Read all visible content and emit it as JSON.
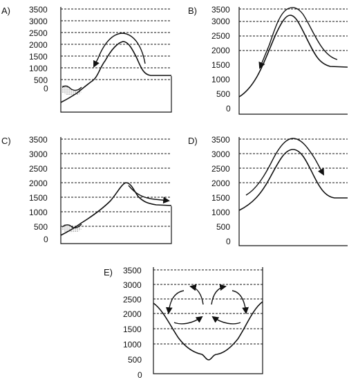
{
  "panels": [
    {
      "id": "A",
      "label": "A)",
      "ticks": [
        "3500",
        "3000",
        "2500",
        "2000",
        "1500",
        "1000",
        "500",
        "0"
      ]
    },
    {
      "id": "B",
      "label": "B)",
      "ticks": [
        "3500",
        "3000",
        "2500",
        "2000",
        "1500",
        "1000",
        "500",
        "0"
      ]
    },
    {
      "id": "C",
      "label": "C)",
      "ticks": [
        "3500",
        "3000",
        "2500",
        "2000",
        "1500",
        "1000",
        "500",
        "0"
      ]
    },
    {
      "id": "D",
      "label": "D)",
      "ticks": [
        "3500",
        "3000",
        "2500",
        "2000",
        "1500",
        "1000",
        "500",
        "0"
      ]
    },
    {
      "id": "E",
      "label": "E)",
      "ticks": [
        "3500",
        "3000",
        "2500",
        "2000",
        "1500",
        "1000",
        "500",
        "0"
      ]
    }
  ]
}
